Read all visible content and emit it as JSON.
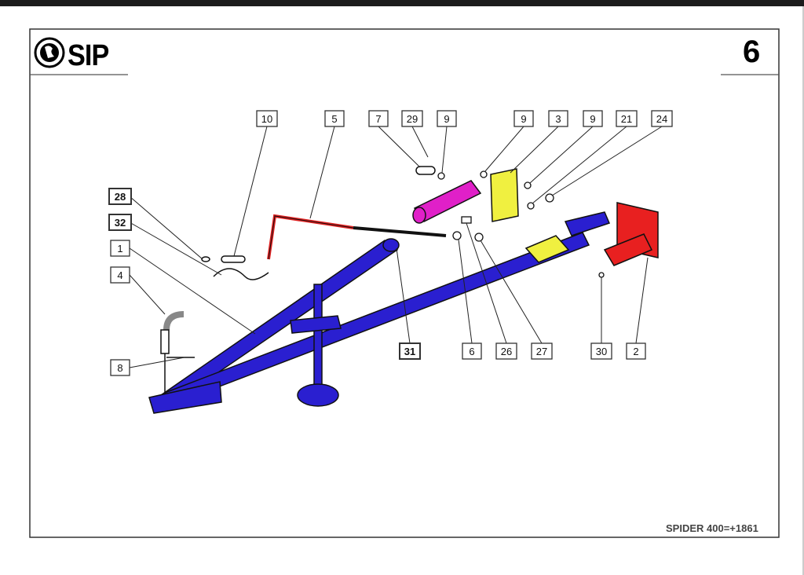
{
  "header": {
    "brand": "SIP",
    "page_number": "6"
  },
  "footer": {
    "model": "SPIDER 400=+1861"
  },
  "callouts": {
    "c10": "10",
    "c5": "5",
    "c7": "7",
    "c29": "29",
    "c9a": "9",
    "c9b": "9",
    "c3": "3",
    "c9c": "9",
    "c21": "21",
    "c24": "24",
    "c28": "28",
    "c32": "32",
    "c1": "1",
    "c4": "4",
    "c8": "8",
    "c31": "31",
    "c6": "6",
    "c26": "26",
    "c27": "27",
    "c30": "30",
    "c2": "2"
  },
  "colors": {
    "frame": "#2a1fd0",
    "rod_red": "#e02020",
    "tube": "#e020c8",
    "plate": "#f0f040",
    "bracket": "#e82020"
  }
}
